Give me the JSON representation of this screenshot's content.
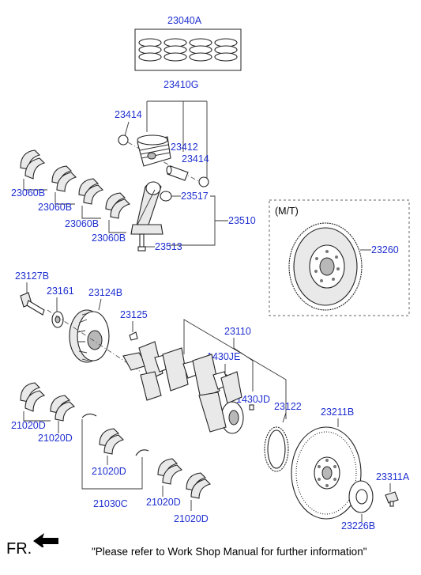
{
  "parts": {
    "p23040A": "23040A",
    "p23410G": "23410G",
    "p23414a": "23414",
    "p23412": "23412",
    "p23414b": "23414",
    "p23060B_1": "23060B",
    "p23060B_2": "23060B",
    "p23060B_3": "23060B",
    "p23060B_4": "23060B",
    "p23517": "23517",
    "p23510": "23510",
    "p23513": "23513",
    "mt": "(M/T)",
    "p23260": "23260",
    "p23127B": "23127B",
    "p23161": "23161",
    "p23124B": "23124B",
    "p23125": "23125",
    "p23110": "23110",
    "p1430JE": "1430JE",
    "p1430JD": "1430JD",
    "p23122": "23122",
    "p23211B": "23211B",
    "p21020D_1": "21020D",
    "p21020D_2": "21020D",
    "p21020D_3": "21020D",
    "p21020D_4": "21020D",
    "p21020D_5": "21020D",
    "p21030C": "21030C",
    "p23311A": "23311A",
    "p23226B": "23226B"
  },
  "footer": {
    "fr": "FR.",
    "note": "\"Please refer to Work Shop Manual for further information\""
  },
  "colors": {
    "label": "#1f2fd0",
    "line": "#333333"
  }
}
